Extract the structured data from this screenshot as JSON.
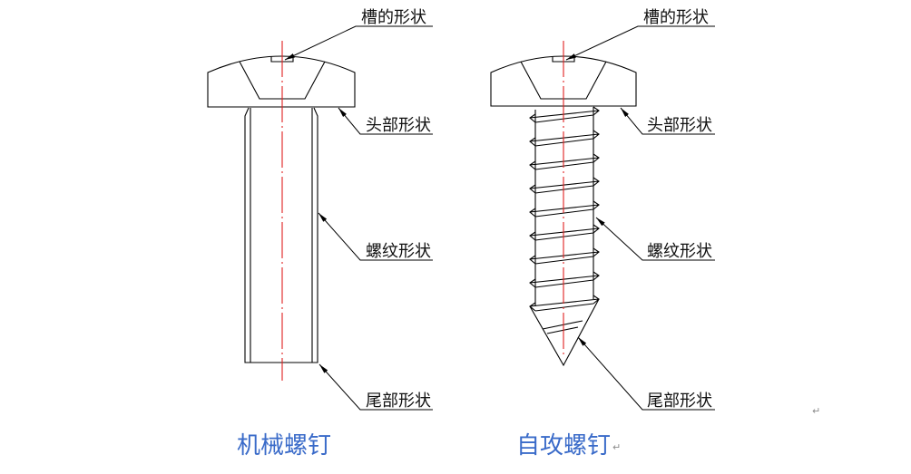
{
  "diagram": {
    "machine_screw": {
      "caption": "机械螺钉",
      "labels": {
        "slot": "槽的形状",
        "head": "头部形状",
        "thread": "螺纹形状",
        "tail": "尾部形状"
      }
    },
    "self_tapping_screw": {
      "caption": "自攻螺钉",
      "labels": {
        "slot": "槽的形状",
        "head": "头部形状",
        "thread": "螺纹形状",
        "tail": "尾部形状"
      }
    },
    "paragraph_marks": [
      "↵",
      "↵"
    ]
  },
  "colors": {
    "caption": "#3a6bc9",
    "centerline": "#e0201e",
    "outline": "#000000",
    "paragraph_mark": "#8c8c8c"
  }
}
